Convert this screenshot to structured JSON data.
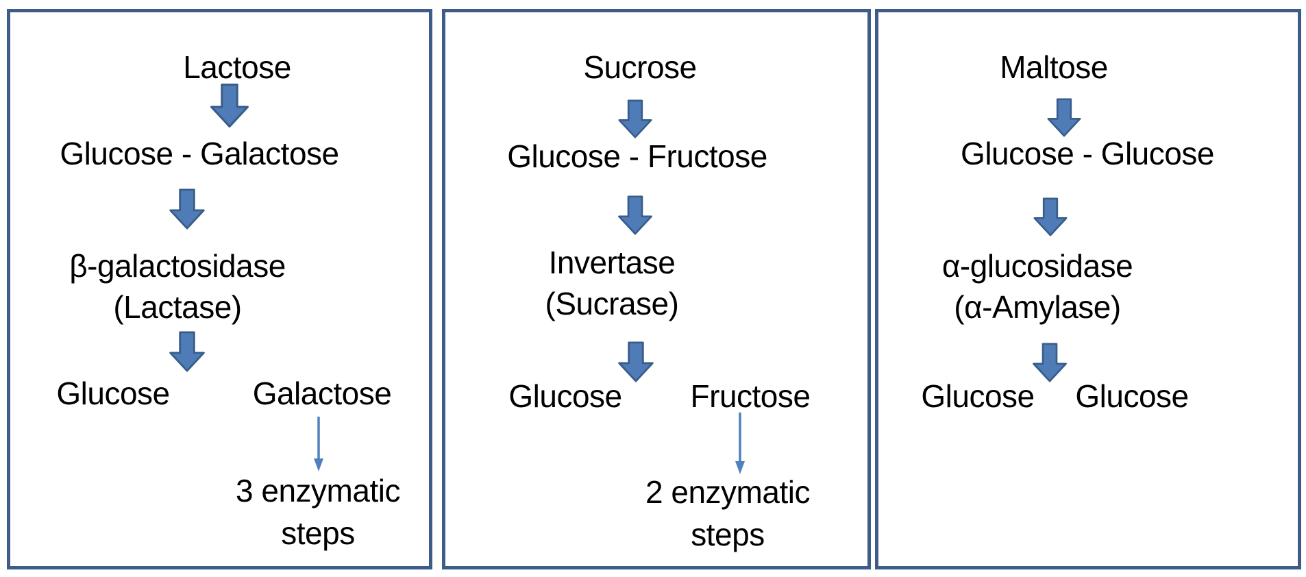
{
  "colors": {
    "background": "#FFFFFF",
    "text": "#000000",
    "panel_border": "#3E5C8A",
    "block_arrow_fill": "#4F7CB7",
    "block_arrow_stroke": "#385D8A",
    "thin_arrow": "#4F81BD"
  },
  "panels": [
    {
      "substrate": "Lactose",
      "units": "Glucose - Galactose",
      "enzyme": "β-galactosidase",
      "enzyme_alt": "(Lactase)",
      "product_left": "Glucose",
      "product_right": "Galactose",
      "note_line1": "3 enzymatic",
      "note_line2": "steps"
    },
    {
      "substrate": "Sucrose",
      "units": "Glucose - Fructose",
      "enzyme": "Invertase",
      "enzyme_alt": "(Sucrase)",
      "product_left": "Glucose",
      "product_right": "Fructose",
      "note_line1": "2 enzymatic",
      "note_line2": "steps"
    },
    {
      "substrate": "Maltose",
      "units": "Glucose - Glucose",
      "enzyme": "α-glucosidase",
      "enzyme_alt": "(α-Amylase)",
      "product_left": "Glucose",
      "product_right": "Glucose"
    }
  ]
}
